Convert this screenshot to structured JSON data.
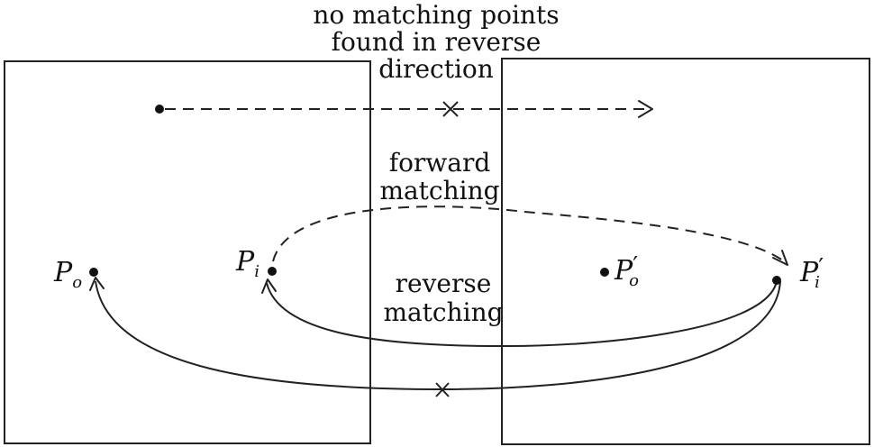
{
  "labels": {
    "top_note": [
      "no matching points",
      "found in reverse",
      "direction"
    ],
    "forward": [
      "forward",
      "matching"
    ],
    "reverse": [
      "reverse",
      "matching"
    ]
  },
  "points": {
    "po": {
      "main": "P",
      "sub": "o",
      "prime": ""
    },
    "pi": {
      "main": "P",
      "sub": "i",
      "prime": ""
    },
    "po_prime": {
      "main": "P",
      "sub": "o",
      "prime": "′"
    },
    "pi_prime": {
      "main": "P",
      "sub": "i",
      "prime": "′"
    }
  }
}
